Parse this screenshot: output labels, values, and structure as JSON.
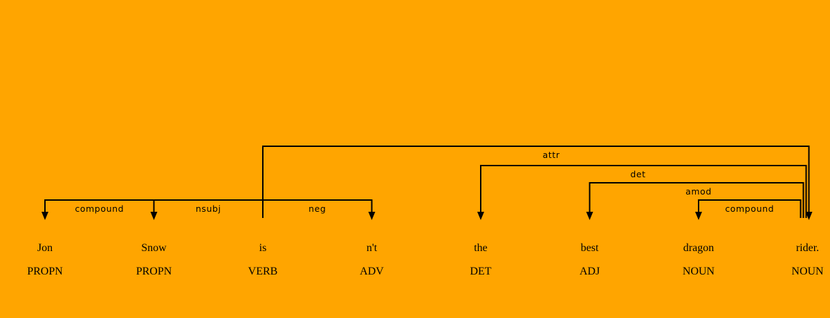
{
  "colors": {
    "background": "#ffa500",
    "ink": "#000000"
  },
  "tokens": [
    {
      "text": "Jon",
      "tag": "PROPN"
    },
    {
      "text": "Snow",
      "tag": "PROPN"
    },
    {
      "text": "is",
      "tag": "VERB"
    },
    {
      "text": "n't",
      "tag": "ADV"
    },
    {
      "text": "the",
      "tag": "DET"
    },
    {
      "text": "best",
      "tag": "ADJ"
    },
    {
      "text": "dragon",
      "tag": "NOUN"
    },
    {
      "text": "rider.",
      "tag": "NOUN"
    }
  ],
  "arcs": [
    {
      "label": "compound",
      "head": 1,
      "dependent": 0
    },
    {
      "label": "nsubj",
      "head": 2,
      "dependent": 1
    },
    {
      "label": "neg",
      "head": 2,
      "dependent": 3
    },
    {
      "label": "attr",
      "head": 2,
      "dependent": 7
    },
    {
      "label": "det",
      "head": 7,
      "dependent": 4
    },
    {
      "label": "amod",
      "head": 7,
      "dependent": 5
    },
    {
      "label": "compound",
      "head": 7,
      "dependent": 6
    }
  ]
}
